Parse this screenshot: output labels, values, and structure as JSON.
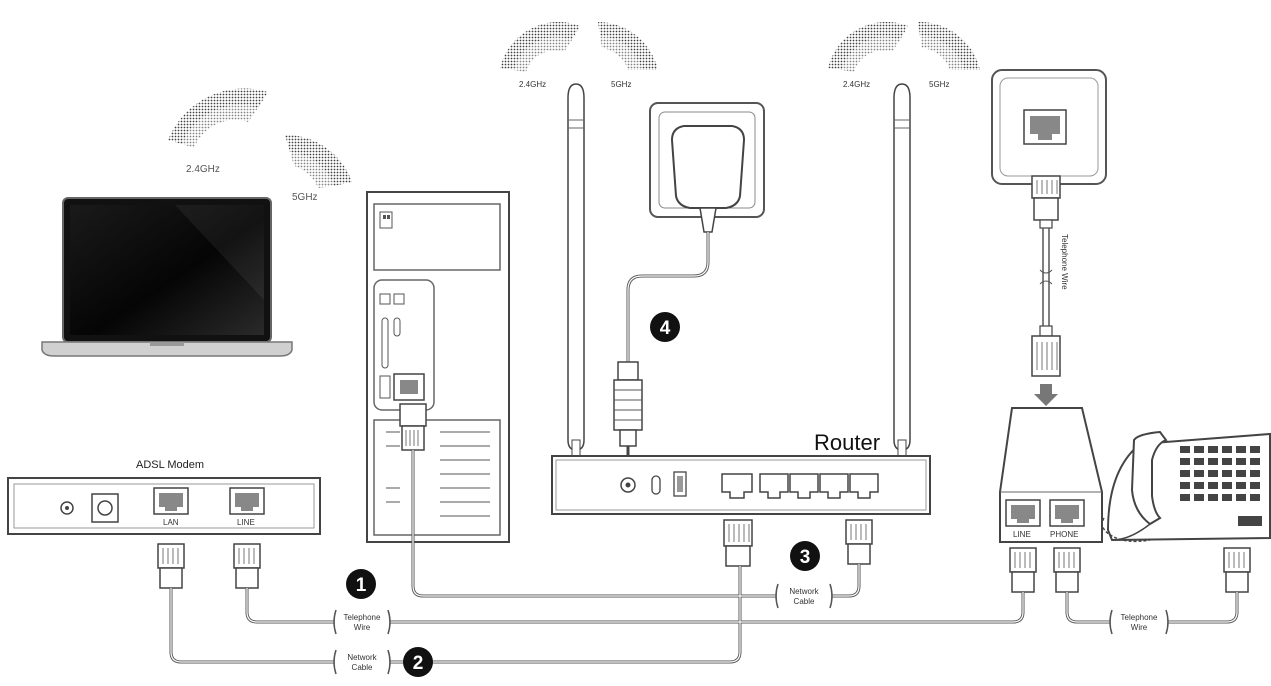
{
  "wifi_bands": {
    "band_a": "2.4GHz",
    "band_b": "5GHz"
  },
  "devices": {
    "modem_title": "ADSL Modem",
    "modem_port_lan": "LAN",
    "modem_port_line": "LINE",
    "router_label": "Router",
    "splitter_port_line": "LINE",
    "splitter_port_phone": "PHONE"
  },
  "cables": {
    "telephone_wire_l1": "Telephone",
    "telephone_wire_l2": "Wire",
    "network_cable_l1": "Network",
    "network_cable_l2": "Cable",
    "telephone_wire_vertical": "Telephone Wire"
  },
  "steps": [
    "1",
    "2",
    "3",
    "4"
  ],
  "colors": {
    "line": "#555555",
    "dark": "#111111",
    "background": "#ffffff"
  }
}
